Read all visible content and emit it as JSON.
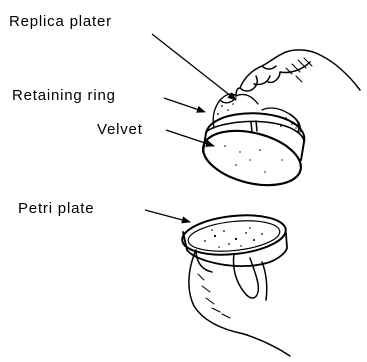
{
  "labels": {
    "replica_plater": "Replica plater",
    "retaining_ring": "Retaining ring",
    "velvet": "Velvet",
    "petri_plate": "Petri plate"
  },
  "colors": {
    "ink": "#000000",
    "paper": "#ffffff"
  }
}
